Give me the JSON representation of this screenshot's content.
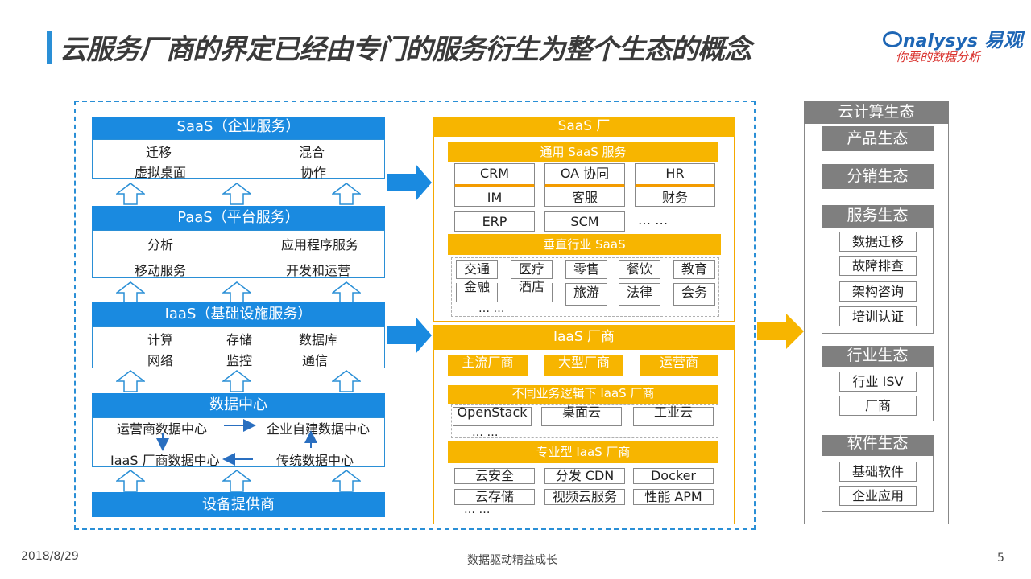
{
  "title": "云服务厂商的界定已经由专门的服务衍生为整个生态的概念",
  "logo": {
    "en": "nalysys",
    "cn": "易观",
    "slogan": "你要的数据分析"
  },
  "left": {
    "saas": {
      "head": "SaaS（企业服务）",
      "items": [
        "迁移",
        "混合",
        "虚拟桌面",
        "协作"
      ]
    },
    "paas": {
      "head": "PaaS（平台服务）",
      "items": [
        "分析",
        "应用程序服务",
        "移动服务",
        "开发和运营"
      ]
    },
    "iaas": {
      "head": "IaaS（基础设施服务）",
      "items": [
        "计算",
        "存储",
        "数据库",
        "网络",
        "监控",
        "通信"
      ]
    },
    "dc": {
      "head": "数据中心",
      "items": [
        "运营商数据中心",
        "企业自建数据中心",
        "IaaS 厂商数据中心",
        "传统数据中心"
      ]
    },
    "device": "设备提供商"
  },
  "middle": {
    "saas_vendor": "SaaS 厂",
    "general_saas": "通用 SaaS 服务",
    "general_row1": [
      "CRM",
      "OA 协同",
      "HR"
    ],
    "general_row2": [
      "IM",
      "客服",
      "财务"
    ],
    "general_row3": [
      "ERP",
      "SCM",
      "… …"
    ],
    "vertical_saas": "垂直行业 SaaS",
    "vertical_row1": [
      "交通",
      "医疗",
      "零售",
      "餐饮",
      "教育"
    ],
    "vertical_row2": [
      "金融",
      "酒店",
      "旅游",
      "法律",
      "会务"
    ],
    "vertical_more": "… …",
    "iaas_vendor": "IaaS 厂商",
    "iaas_types": [
      "主流厂商",
      "大型厂商",
      "运营商"
    ],
    "logic_iaas": "不同业务逻辑下 IaaS 厂商",
    "logic_items": [
      "OpenStack",
      "桌面云",
      "工业云"
    ],
    "logic_more": "… …",
    "special_iaas": "专业型 IaaS 厂商",
    "special_row1": [
      "云安全",
      "分发 CDN",
      "Docker"
    ],
    "special_row2": [
      "云存储",
      "视频云服务",
      "性能 APM"
    ],
    "special_more": "… …"
  },
  "right": {
    "head": "云计算生态",
    "product": "产品生态",
    "distribution": "分销生态",
    "service": {
      "head": "服务生态",
      "items": [
        "数据迁移",
        "故障排查",
        "架构咨询",
        "培训认证"
      ]
    },
    "industry": {
      "head": "行业生态",
      "items": [
        "行业 ISV",
        "厂商"
      ]
    },
    "software": {
      "head": "软件生态",
      "items": [
        "基础软件",
        "企业应用"
      ]
    }
  },
  "footer": {
    "date": "2018/8/29",
    "slogan": "数据驱动精益成长",
    "page": "5"
  },
  "colors": {
    "blue": "#1a8ae0",
    "orange": "#f7b500",
    "gray": "#7f7f7f",
    "title_bar": "#2a8fd6"
  }
}
